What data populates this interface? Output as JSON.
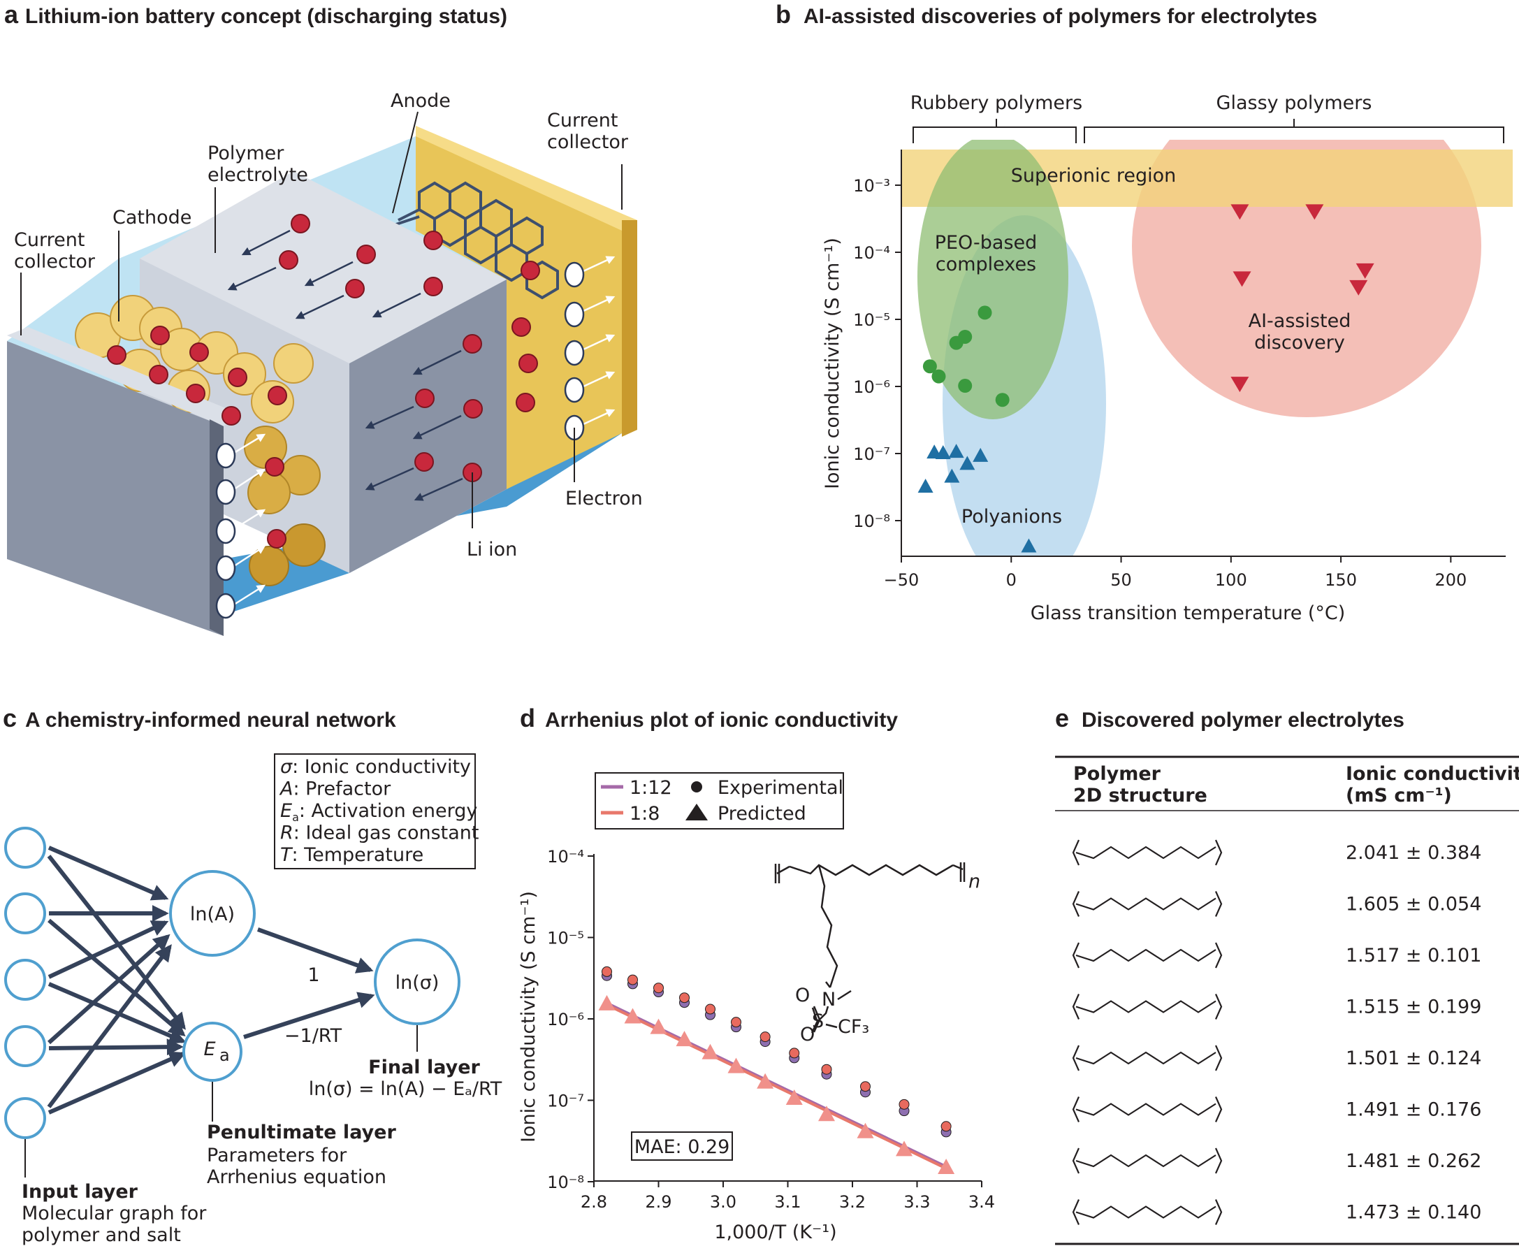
{
  "panel_a": {
    "letter": "a",
    "title": "Lithium-ion battery concept (discharging status)",
    "labels": {
      "anode": "Anode",
      "current_collector_right": [
        "Current",
        "collector"
      ],
      "polymer_electrolyte": [
        "Polymer",
        "electrolyte"
      ],
      "cathode": "Cathode",
      "current_collector_left": [
        "Current",
        "collector"
      ],
      "electron": "Electron",
      "li_ion": "Li ion"
    },
    "colors": {
      "li_ion": "#c8283c",
      "cathode_particle": "#f1d27a",
      "anode_box": "#e8c558",
      "electrolyte": "#cdd3dd",
      "collector_left": "#8a93a5",
      "sky": "#bfe3f3",
      "water": "#4a9bd1"
    }
  },
  "panel_b": {
    "letter": "b",
    "title": "AI-assisted discoveries of polymers for electrolytes",
    "brackets": [
      "Rubbery polymers",
      "Glassy polymers"
    ],
    "regions": [
      "Superionic region",
      "PEO-based complexes",
      "AI-assisted discovery",
      "Polyanions"
    ],
    "pe0_lines": [
      "PEO-based",
      "complexes"
    ],
    "ai_lines": [
      "AI-assisted",
      "discovery"
    ],
    "xlabel": "Glass transition temperature (°C)",
    "ylabel": "Ionic conductivity (S cm⁻¹)",
    "xticks": [
      "−50",
      "0",
      "50",
      "100",
      "150",
      "200"
    ],
    "yticks": [
      "10⁻³",
      "10⁻⁴",
      "10⁻⁵",
      "10⁻⁶",
      "10⁻⁷",
      "10⁻⁸"
    ],
    "colors": {
      "superionic": "#f2d37a",
      "peo": "#8fbe73",
      "ai": "#f0a99f",
      "polyanion": "#bcdaf0",
      "green_point": "#3a9a3e",
      "blue_point": "#1f6fa3",
      "red_point": "#c8283c"
    }
  },
  "chart_data": {
    "type": "scatter",
    "xlabel": "Glass transition temperature (°C)",
    "ylabel": "Ionic conductivity (S cm⁻¹)",
    "xlim": [
      -50,
      225
    ],
    "ylim_log10": [
      -8.5,
      -2.6
    ],
    "log_y": true,
    "series": [
      {
        "marker": "circle",
        "color": "#3a9a3e",
        "points": [
          [
            -12,
            -4.9
          ],
          [
            -21,
            -5.26
          ],
          [
            -25,
            -5.35
          ],
          [
            -37,
            -5.7
          ],
          [
            -33,
            -5.85
          ],
          [
            -21,
            -5.99
          ],
          [
            -4,
            -6.2
          ]
        ]
      },
      {
        "marker": "triangle-up",
        "color": "#1f6fa3",
        "points": [
          [
            -35,
            -6.98
          ],
          [
            -31,
            -6.99
          ],
          [
            -25,
            -6.97
          ],
          [
            -20,
            -7.15
          ],
          [
            -14,
            -7.03
          ],
          [
            -27,
            -7.34
          ],
          [
            -39,
            -7.49
          ],
          [
            8,
            -8.38
          ]
        ]
      },
      {
        "marker": "triangle-down",
        "color": "#c8283c",
        "points": [
          [
            104,
            -3.4
          ],
          [
            138,
            -3.4
          ],
          [
            105,
            -4.4
          ],
          [
            161,
            -4.28
          ],
          [
            158,
            -4.53
          ],
          [
            104,
            -5.97
          ]
        ]
      }
    ]
  },
  "panel_c": {
    "letter": "c",
    "title": "A chemistry-informed neural network",
    "legend_lines": [
      {
        "sym": "σ",
        "text": ": Ionic conductivity"
      },
      {
        "sym": "A",
        "text": ": Prefactor"
      },
      {
        "sym": "E",
        "sub": "a",
        "text": ": Activation energy"
      },
      {
        "sym": "R",
        "text": ": Ideal gas constant"
      },
      {
        "sym": "T",
        "text": ": Temperature"
      }
    ],
    "node_lnA": "ln(A)",
    "node_Ea": "E",
    "node_Ea_sub": "a",
    "node_sigma": "ln(σ)",
    "weight_top": "1",
    "weight_bottom": "−1/RT",
    "final_layer": "Final layer",
    "final_eq": "ln(σ) = ln(A) − Eₐ/RT",
    "penultimate_title": "Penultimate layer",
    "penultimate_lines": [
      "Parameters for",
      "Arrhenius equation"
    ],
    "input_title": "Input layer",
    "input_lines": [
      "Molecular graph for",
      "polymer and salt"
    ],
    "colors": {
      "node": "#4f9fcf",
      "arrow": "#35425a"
    }
  },
  "panel_d": {
    "letter": "d",
    "title": "Arrhenius plot of ionic conductivity",
    "xlabel": "1,000/T (K⁻¹)",
    "ylabel": "Ionic conductivity (S cm⁻¹)",
    "xticks": [
      "2.8",
      "2.9",
      "3.0",
      "3.1",
      "3.2",
      "3.3",
      "3.4"
    ],
    "yticks": [
      "10⁻⁴",
      "10⁻⁵",
      "10⁻⁶",
      "10⁻⁷",
      "10⁻⁸"
    ],
    "legend": {
      "s1": "1:12",
      "s2": "1:8",
      "m1": "Experimental",
      "m2": "Predicted"
    },
    "mae": "MAE: 0.29",
    "chem": {
      "n": "n",
      "N": "N",
      "S": "S",
      "O1": "O",
      "O2": "O",
      "CF3": "CF₃"
    },
    "colors": {
      "s12": "#a56aa8",
      "s8": "#e8786b",
      "tri": "#f0908a"
    },
    "data": {
      "x": [
        2.82,
        2.86,
        2.9,
        2.94,
        2.98,
        3.02,
        3.065,
        3.11,
        3.16,
        3.22,
        3.28,
        3.345
      ],
      "exp_1_12": [
        -5.47,
        -5.57,
        -5.67,
        -5.8,
        -5.95,
        -6.1,
        -6.28,
        -6.48,
        -6.68,
        -6.9,
        -7.13,
        -7.39
      ],
      "exp_1_8": [
        -5.42,
        -5.52,
        -5.62,
        -5.74,
        -5.88,
        -6.04,
        -6.22,
        -6.42,
        -6.62,
        -6.83,
        -7.05,
        -7.32
      ],
      "pred": [
        -5.81,
        -5.97,
        -6.1,
        -6.25,
        -6.41,
        -6.58,
        -6.77,
        -6.97,
        -7.17,
        -7.38,
        -7.6,
        -7.82
      ]
    }
  },
  "panel_e": {
    "letter": "e",
    "title": "Discovered polymer electrolytes",
    "col1": [
      "Polymer",
      "2D structure"
    ],
    "col2": [
      "Ionic conductivity",
      "(mS cm⁻¹)"
    ],
    "rows": [
      {
        "value": "2.041 ± 0.384"
      },
      {
        "value": "1.605 ± 0.054"
      },
      {
        "value": "1.517 ± 0.101"
      },
      {
        "value": "1.515 ± 0.199"
      },
      {
        "value": "1.501 ± 0.124"
      },
      {
        "value": "1.491 ± 0.176"
      },
      {
        "value": "1.481 ± 0.262"
      },
      {
        "value": "1.473 ± 0.140"
      }
    ]
  }
}
